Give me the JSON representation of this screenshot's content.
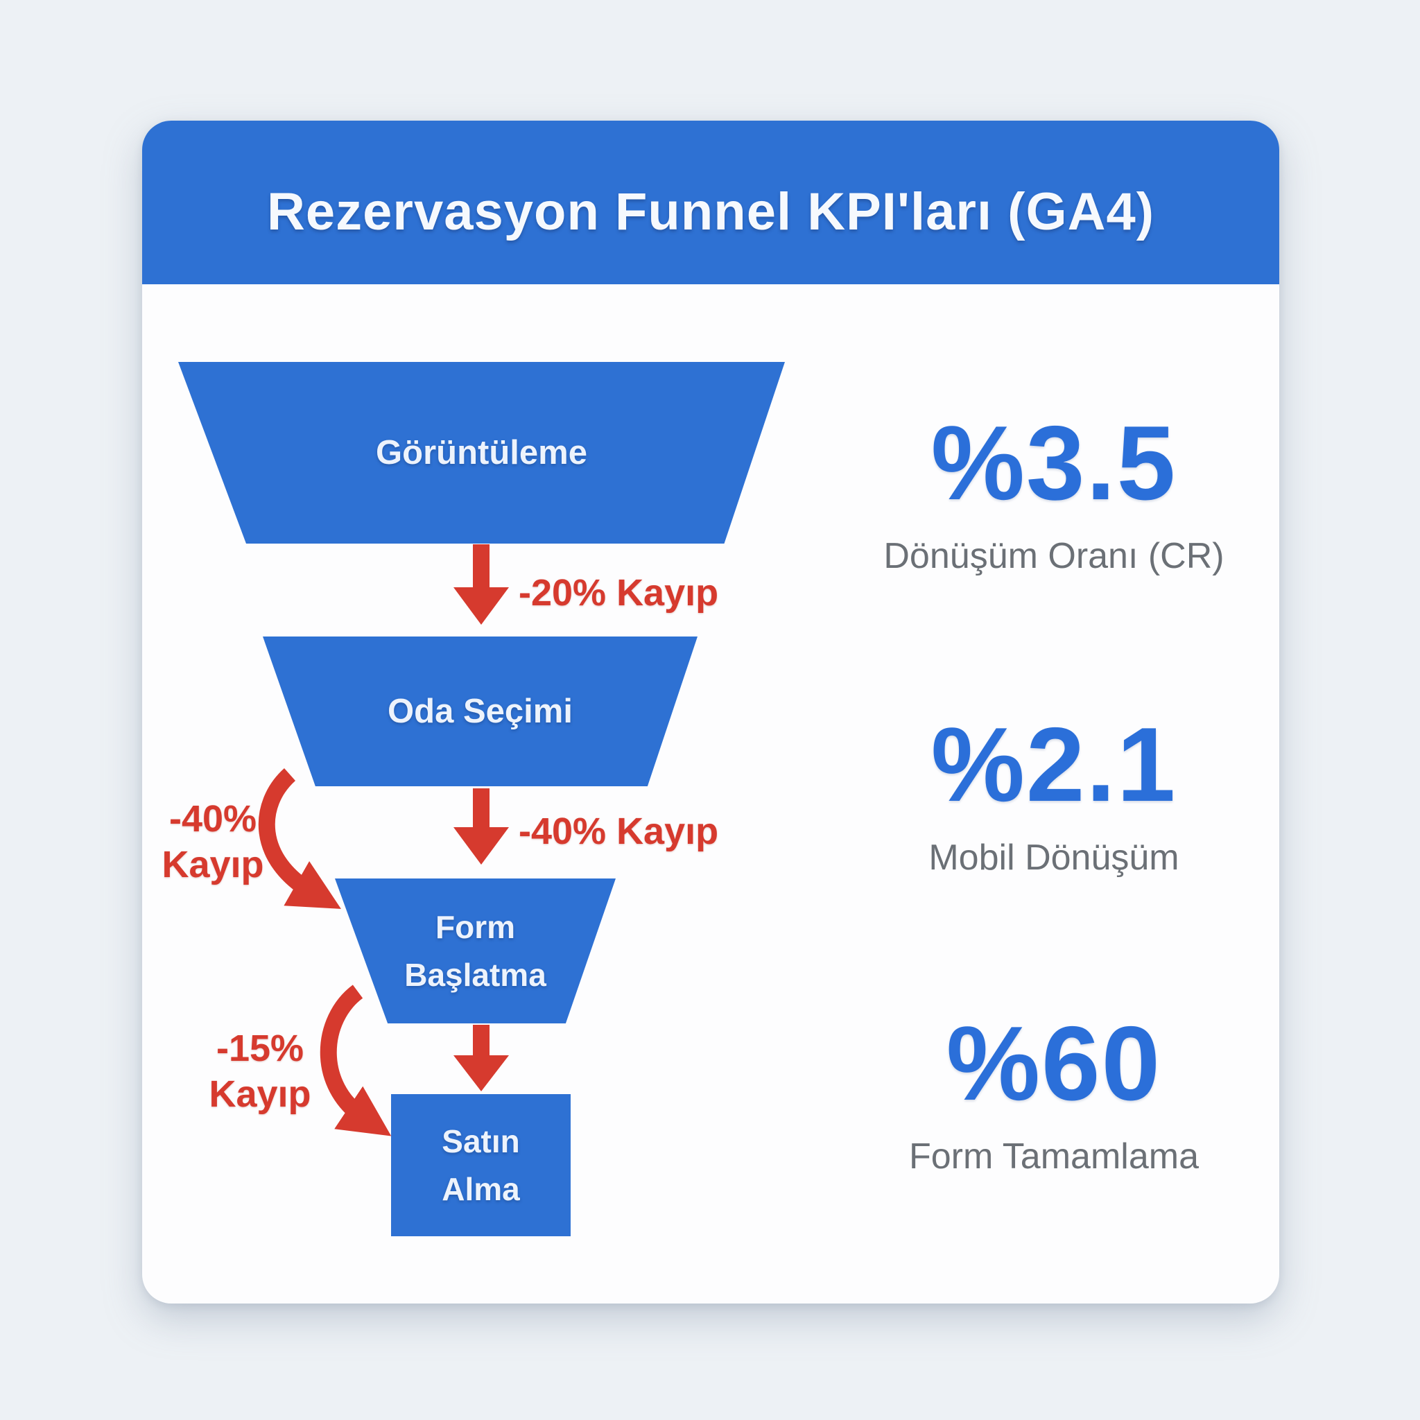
{
  "title": "Rezervasyon Funnel KPI'ları (GA4)",
  "funnel": {
    "stages": [
      {
        "label": "Görüntüleme"
      },
      {
        "label": "Oda Seçimi"
      },
      {
        "label": "Form Başlatma"
      },
      {
        "label": "Satın Alma"
      }
    ],
    "losses": [
      {
        "label": "-20% Kayıp"
      },
      {
        "label": "-40% Kayıp"
      },
      {
        "label": "-40% Kayıp"
      },
      {
        "label": "-15% Kayıp"
      }
    ]
  },
  "kpis": [
    {
      "value": "%3.5",
      "label": "Dönüşüm Oranı (CR)"
    },
    {
      "value": "%2.1",
      "label": "Mobil Dönüşüm"
    },
    {
      "value": "%60",
      "label": "Form Tamamlama"
    }
  ],
  "colors": {
    "page_bg": "#edf1f5",
    "card_bg": "#fdfdfe",
    "blue": "#2e71d3",
    "kpi_blue": "#2b6fd9",
    "red": "#d63a2e",
    "gray": "#6b7076"
  }
}
